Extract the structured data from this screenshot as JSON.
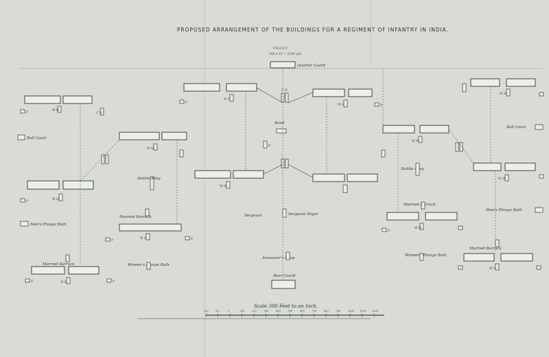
{
  "title": "PROPOSED ARRANGEMENT OF THE BUILDINGS FOR A REGIMENT OF INFANTRY IN INDIA.",
  "front_label": "FRONT",
  "front_sub": "150 x 15 = 2250 yds",
  "labels": {
    "quarter_guard": "Quarter Guard",
    "ball_court": "Ball Court",
    "band": "Band",
    "skittle_alley": "Skittle Alley",
    "married_barrack": "Married Barrack",
    "mens_plunge_bath": "Men's Plunge Bath",
    "womens_plunge_bath": "Women's Plunge Bath",
    "sergeant_major": "Sergeant Major",
    "armourers_shop": "Armourer's Shop",
    "rear_guard": "Rear Guard",
    "wh": "W H",
    "ch": "C H",
    "p": "P"
  },
  "scale": {
    "label": "Scale 300 Feet to an Inch.",
    "ticks": [
      "100",
      "50",
      "0",
      "100",
      "200",
      "300",
      "400",
      "500",
      "600",
      "700",
      "800",
      "900",
      "1000",
      "1100",
      "1200"
    ]
  },
  "colors": {
    "paper": "#d9dcd6",
    "ink": "#2e3236",
    "building_fill": "#eceee9"
  }
}
